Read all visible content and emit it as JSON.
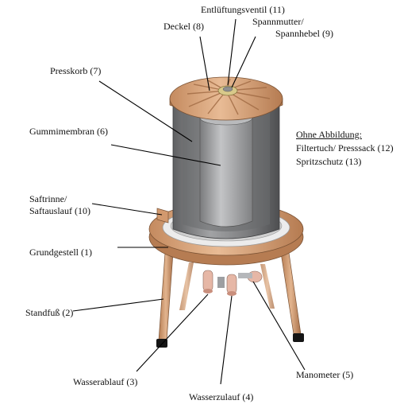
{
  "labels": {
    "entlueftungsventil": "Entlüftungsventil (11)",
    "deckel": "Deckel (8)",
    "spannmutter_1": "Spannmutter/",
    "spannmutter_2": "Spannhebel (9)",
    "presskorb": "Presskorb (7)",
    "gummimembran": "Gummimembran (6)",
    "saftrinne_1": "Saftrinne/",
    "saftrinne_2": "Saftauslauf (10)",
    "grundgestell": "Grundgestell (1)",
    "standfuss": "Standfuß (2)",
    "wasserablauf": "Wasserablauf (3)",
    "wasserzulauf": "Wasserzulauf (4)",
    "manometer": "Manometer (5)"
  },
  "note": {
    "heading": "Ohne Abbildung:",
    "line1": "Filtertuch/ Presssack (12)",
    "line2": "Spritzschutz (13)"
  },
  "colors": {
    "copper": "#d9a57c",
    "copper_dark": "#b87f55",
    "cylinder_grey": "#8c8d8f",
    "membrane_grey": "#a9aaac",
    "rim_white": "#ececec"
  }
}
